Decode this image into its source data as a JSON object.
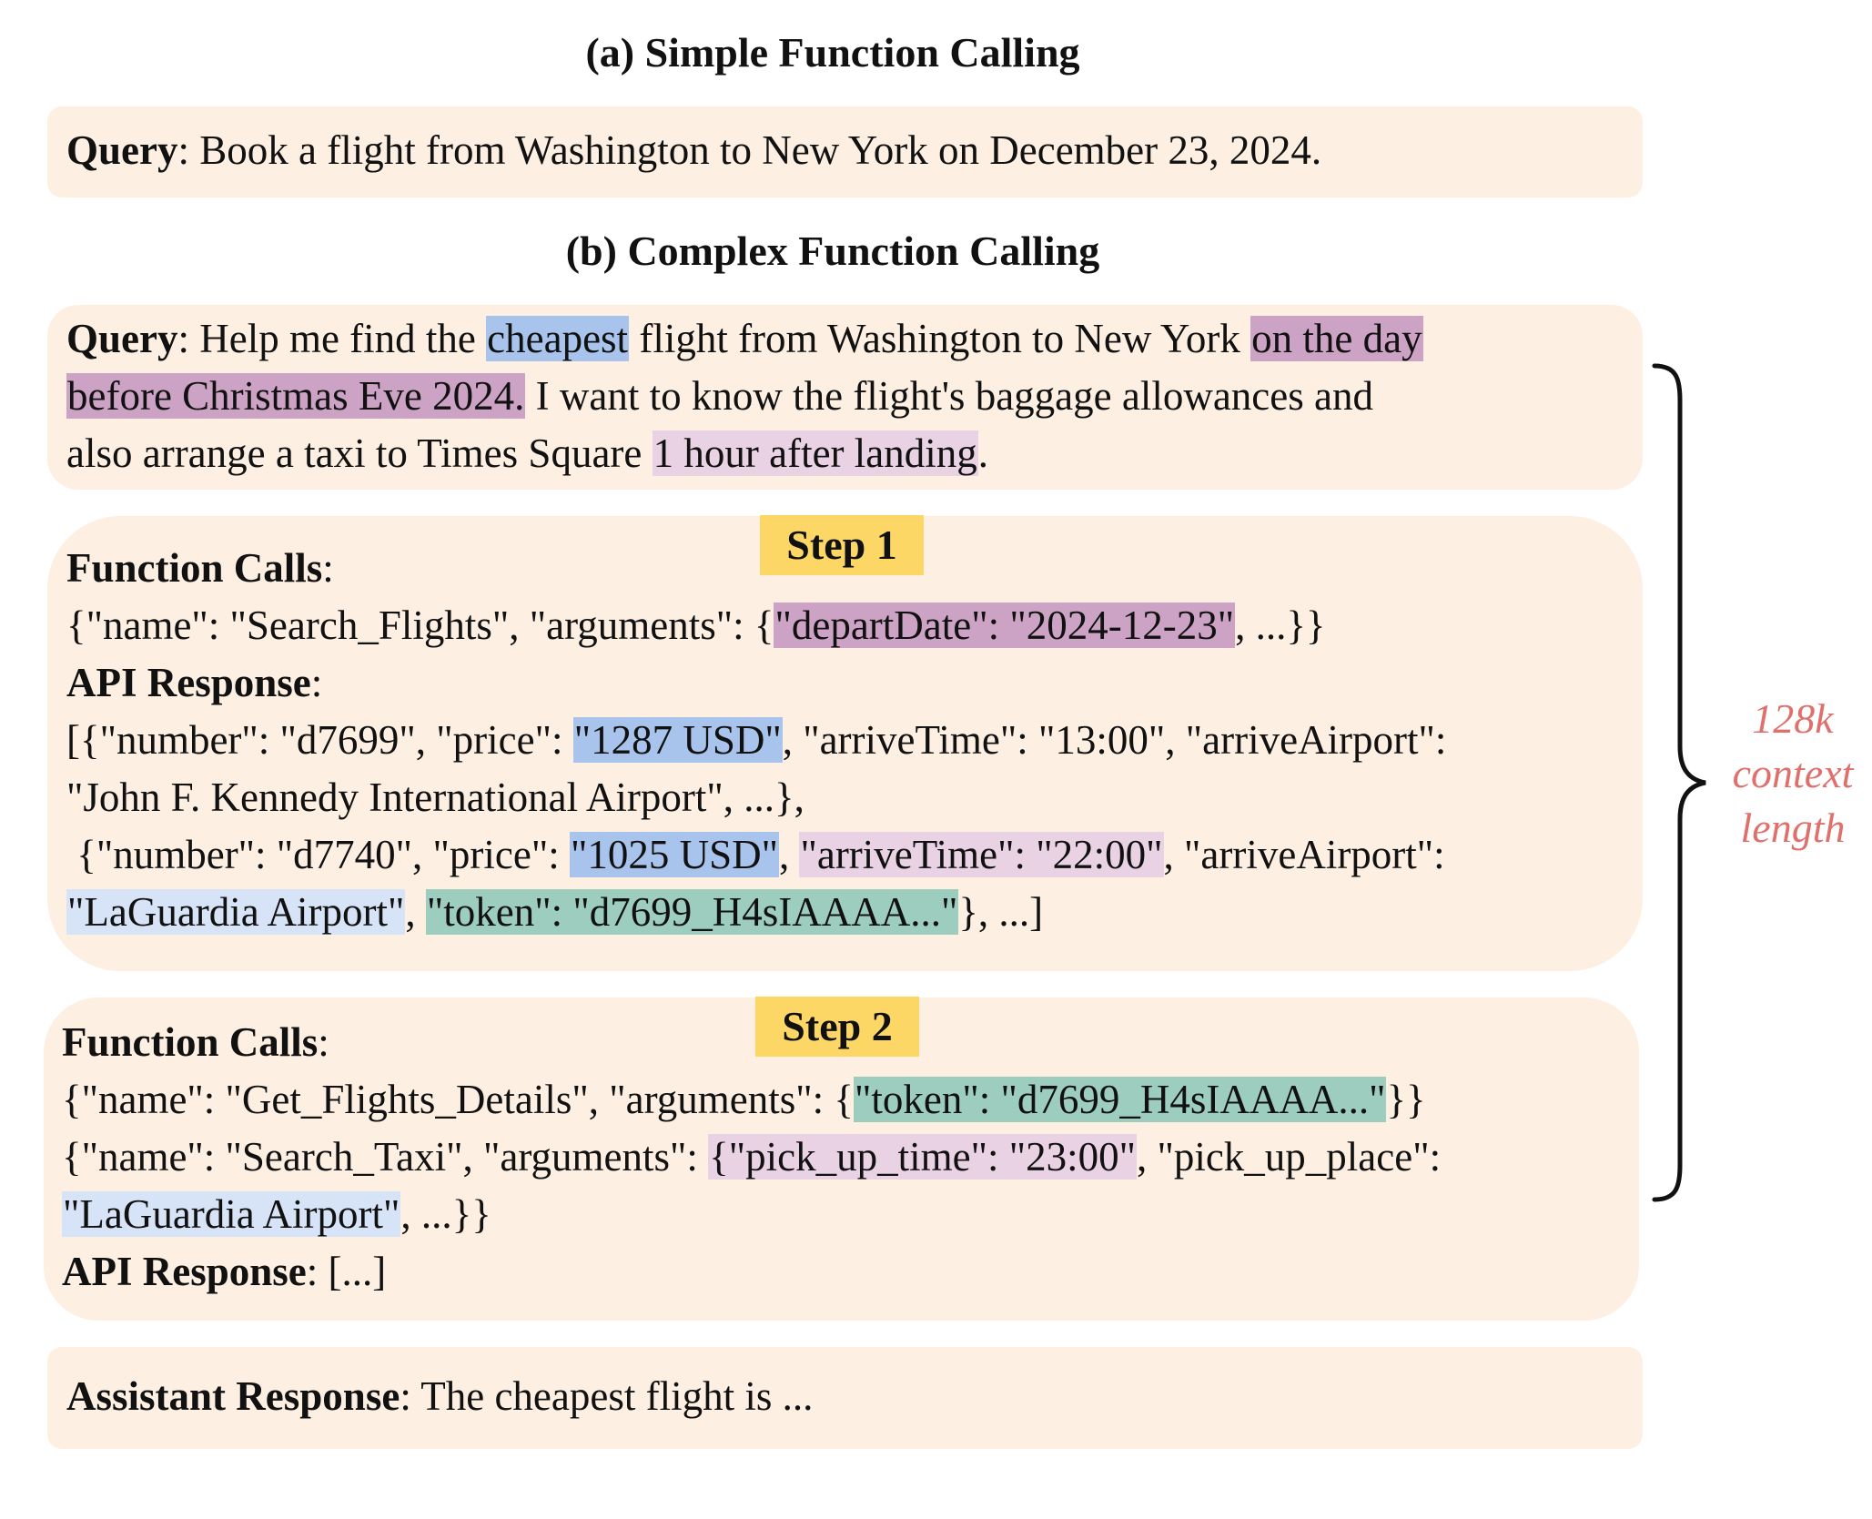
{
  "colors": {
    "box_bg": "#fdefe2",
    "step_bg": "#fdd766",
    "highlight_blue": "#a9c4ec",
    "highlight_purple": "#cda3c5",
    "highlight_lilac": "#e9d2e3",
    "highlight_lightblue": "#d7e3f6",
    "highlight_teal": "#9dcdbf",
    "context_text": "#e0706c"
  },
  "section_a": {
    "title": "(a) Simple Function Calling",
    "query_label": "Query",
    "query_text": ": Book a flight from Washington to New York on December 23, 2024."
  },
  "section_b": {
    "title": "(b) Complex Function Calling",
    "query_label": "Query",
    "query": {
      "p1": ": Help me find the ",
      "h1": "cheapest",
      "p2": " flight from Washington to New York ",
      "h2a": "on the day",
      "h2b": "before Christmas Eve 2024.",
      "p3": " I want to know the flight's baggage allowances and",
      "p4": "also arrange a taxi to Times Square ",
      "h3": "1 hour after landing",
      "p5": "."
    },
    "step1": {
      "badge": "Step 1",
      "fc_label": "Function Calls",
      "colon": ":",
      "call_pre": "{\"name\": \"Search_Flights\", \"arguments\": {",
      "call_hl": "\"departDate\": \"2024-12-23\"",
      "call_post": ", ...}}",
      "api_label": "API Response",
      "r1_a": "[{\"number\": \"d7699\", \"price\": ",
      "r1_hl": "\"1287 USD\"",
      "r1_b": ", \"arriveTime\": \"13:00\", \"arriveAirport\":",
      "r2": "\"John F. Kennedy International Airport\", ...},",
      "r3_a": " {\"number\": \"d7740\", \"price\": ",
      "r3_hl1": "\"1025 USD\"",
      "r3_b": ", ",
      "r3_hl2": "\"arriveTime\": \"22:00\"",
      "r3_c": ", \"arriveAirport\":",
      "r4_hl1": "\"LaGuardia Airport\"",
      "r4_a": ", ",
      "r4_hl2": "\"token\": \"d7699_H4sIAAAA...\"",
      "r4_b": "}, ...]"
    },
    "step2": {
      "badge": "Step 2",
      "fc_label": "Function Calls",
      "colon": ":",
      "c1_pre": "{\"name\": \"Get_Flights_Details\", \"arguments\": {",
      "c1_hl": "\"token\": \"d7699_H4sIAAAA...\"",
      "c1_post": "}}",
      "c2_pre": "{\"name\": \"Search_Taxi\", \"arguments\": ",
      "c2_hl": "{\"pick_up_time\": \"23:00\"",
      "c2_post": ", \"pick_up_place\":",
      "c3_hl": "\"LaGuardia Airport\"",
      "c3_post": ", ...}}",
      "api_label": "API Response",
      "api_text": ": [...]"
    },
    "assistant": {
      "label": "Assistant Response",
      "text": ": The cheapest flight is ..."
    }
  },
  "context_annotation": {
    "line1": "128k",
    "line2": "context",
    "line3": "length"
  }
}
